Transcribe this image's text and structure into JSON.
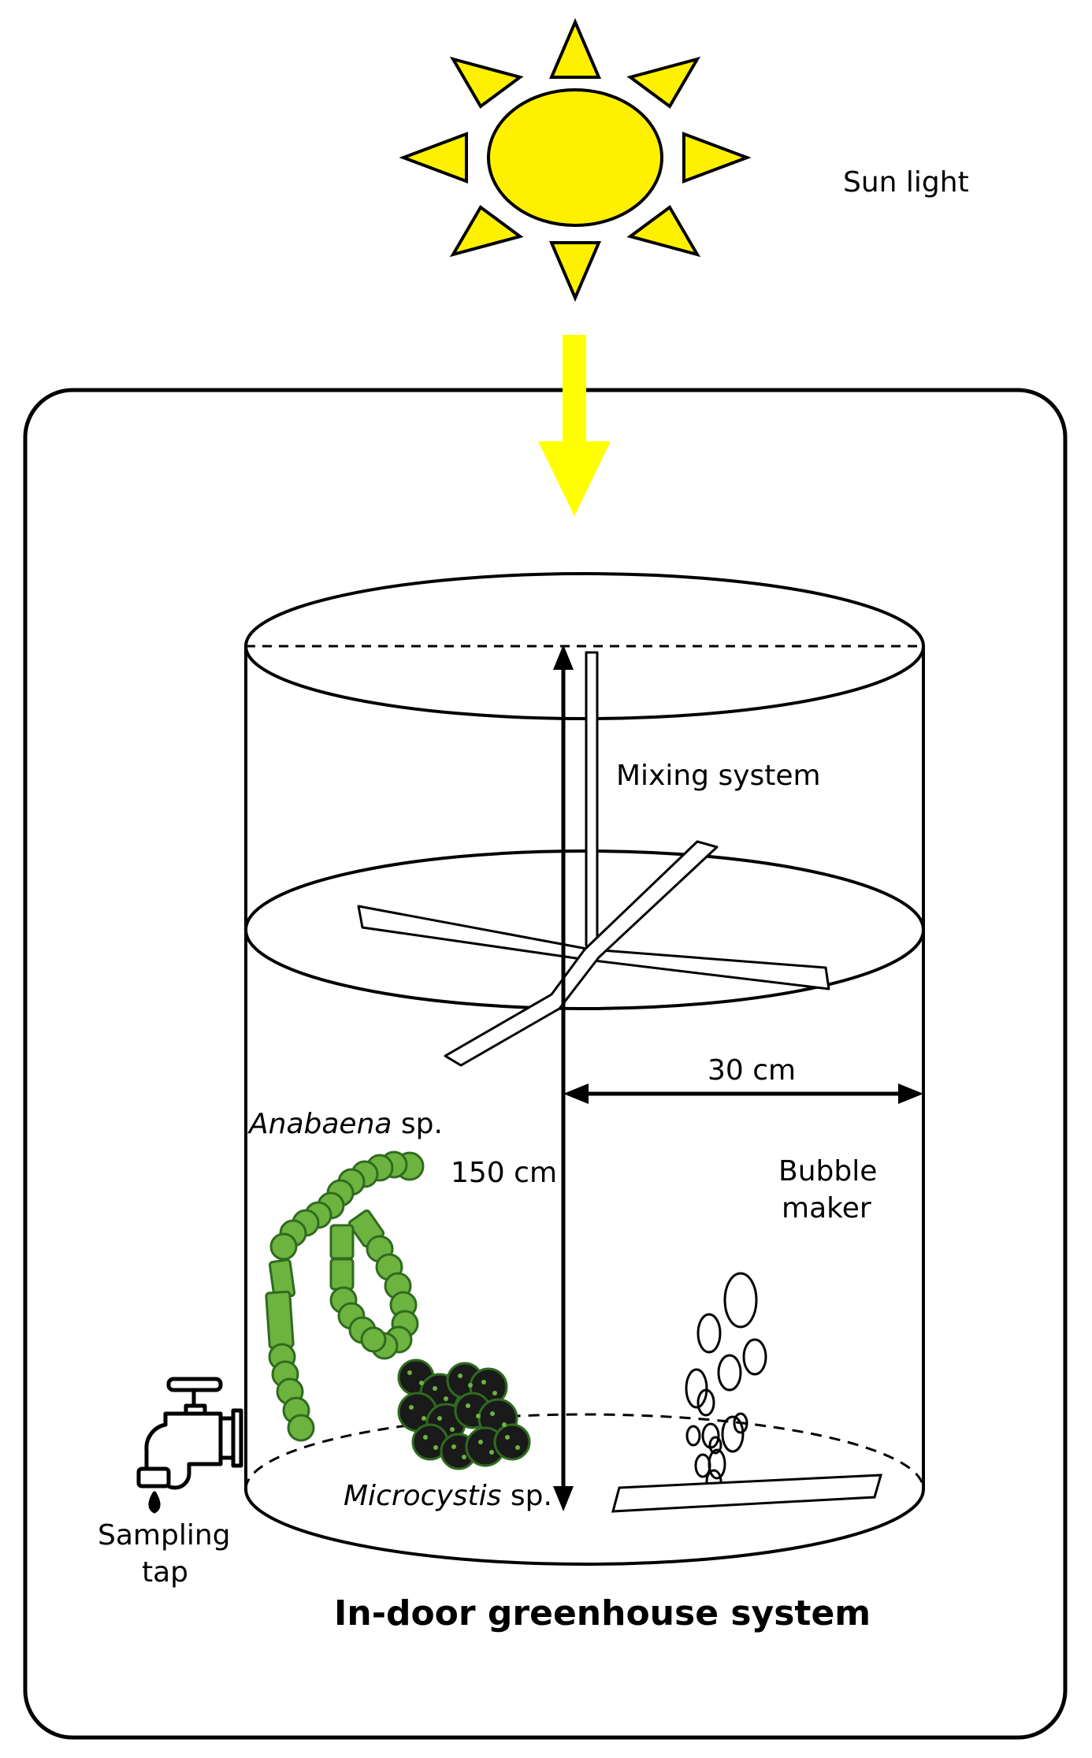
{
  "labels": {
    "sun": "Sun light",
    "mixing": "Mixing system",
    "width": "30 cm",
    "height": "150 cm",
    "anabaena_genus": "Anabaena",
    "anabaena_suffix": " sp.",
    "bubble_line1": "Bubble",
    "bubble_line2": "maker",
    "microcystis_genus": "Microcystis",
    "microcystis_suffix": " sp.",
    "tap_line1": "Sampling",
    "tap_line2": "tap",
    "system_title": "In-door greenhouse system"
  },
  "colors": {
    "sun": "#fff000",
    "arrow": "#ffff00",
    "algae": "#6db33f",
    "algae_dark": "#2f6b1f",
    "colony": "#1a1a1a",
    "outline": "#000000"
  }
}
